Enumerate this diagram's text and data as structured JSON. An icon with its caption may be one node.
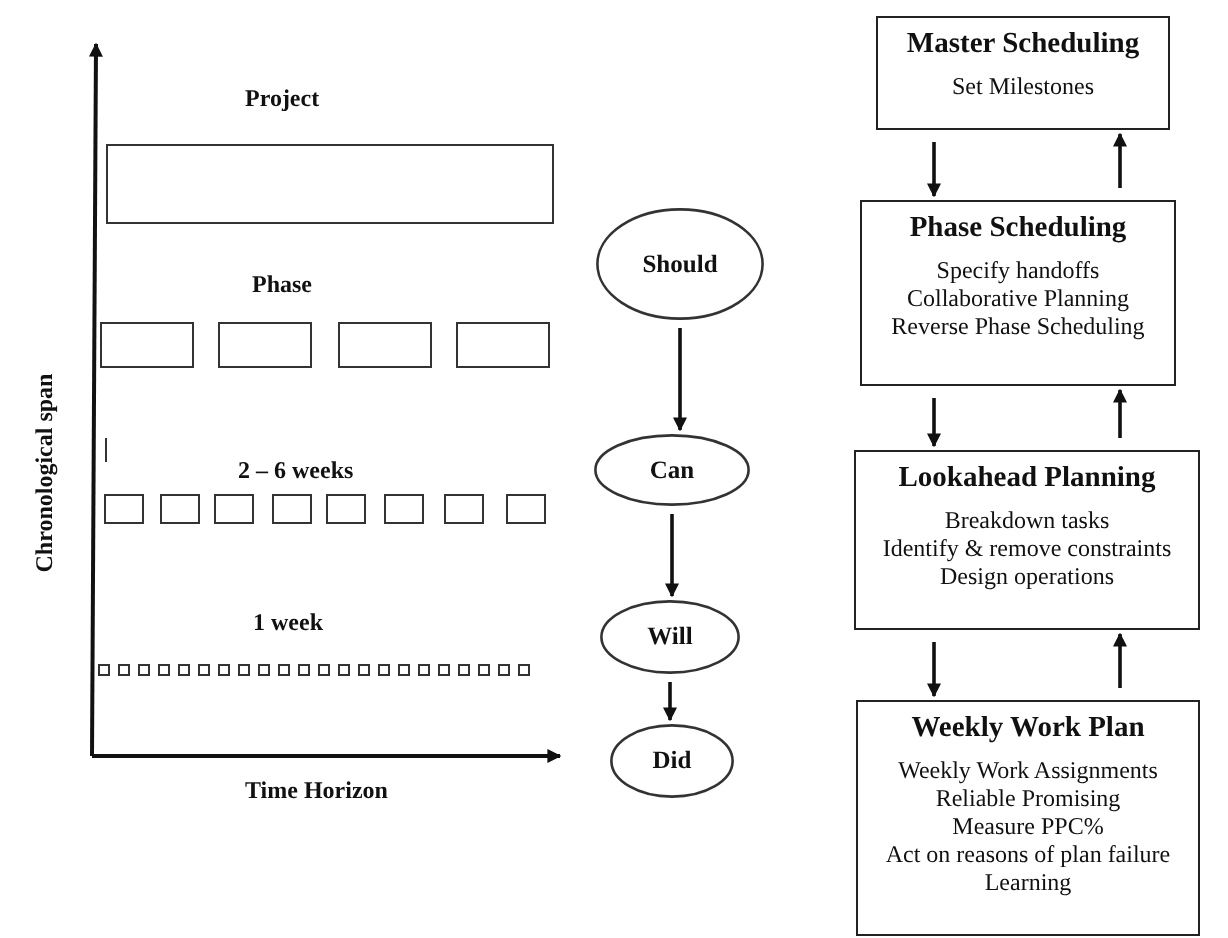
{
  "diagram": {
    "nodes": [
      {
        "text": [],
        "shape": "box"
      },
      {
        "text": [],
        "shape": "box"
      },
      {
        "text": [],
        "shape": "box"
      },
      {
        "text": [],
        "shape": "box"
      },
      {
        "text": [],
        "shape": "box"
      },
      {
        "text": [],
        "shape": "box"
      },
      {
        "text": [],
        "shape": "box"
      },
      {
        "text": [],
        "shape": "box"
      },
      {
        "text": [],
        "shape": "box"
      },
      {
        "text": [],
        "shape": "box"
      },
      {
        "text": [],
        "shape": "box"
      },
      {
        "text": [],
        "shape": "box"
      },
      {
        "text": [],
        "shape": "box"
      },
      {
        "text": [],
        "shape": "box"
      },
      {
        "text": [],
        "shape": "box"
      },
      {
        "text": [],
        "shape": "box"
      },
      {
        "text": [],
        "shape": "box"
      },
      {
        "text": [],
        "shape": "box"
      },
      {
        "text": [],
        "shape": "box"
      },
      {
        "text": [],
        "shape": "box"
      },
      {
        "text": [],
        "shape": "box"
      },
      {
        "text": [],
        "shape": "box"
      },
      {
        "text": [],
        "shape": "box"
      },
      {
        "text": [],
        "shape": "box"
      },
      {
        "text": [],
        "shape": "box"
      },
      {
        "text": [],
        "shape": "box"
      },
      {
        "text": [],
        "shape": "box"
      },
      {
        "text": [],
        "shape": "box"
      },
      {
        "text": [],
        "shape": "box"
      },
      {
        "text": [],
        "shape": "box"
      },
      {
        "text": [],
        "shape": "box"
      },
      {
        "text": [],
        "shape": "box"
      },
      {
        "text": [],
        "shape": "box"
      },
      {
        "text": [],
        "shape": "box"
      },
      {
        "text": [],
        "shape": "box"
      },
      {
        "text": [
          "Should"
        ]
      },
      {
        "text": [
          "Can"
        ]
      },
      {
        "text": [
          "Will"
        ]
      },
      {
        "text": [
          "Did"
        ]
      },
      {
        "text": [
          "Master Scheduling",
          "Set Milestones"
        ]
      },
      {
        "text": [
          "Phase Scheduling",
          "Specify handoffs",
          "Collaborative Planning",
          "Reverse Phase Scheduling"
        ]
      },
      {
        "text": [
          "Lookahead Planning",
          "Breakdown tasks",
          "Identify & remove constraints",
          "Design operations"
        ]
      },
      {
        "text": [
          "Weekly Work Plan",
          "Weekly Work Assignments",
          "Reliable Promising",
          "Measure PPC%",
          "Act on reasons of plan failure",
          "Learning"
        ]
      }
    ],
    "edges": [
      {
        "from": 35,
        "to": 36,
        "arrow": "to"
      },
      {
        "from": 36,
        "to": 37,
        "arrow": "to"
      },
      {
        "from": 37,
        "to": 38,
        "arrow": "to"
      },
      {
        "from": 39,
        "to": 40,
        "arrow": "to"
      },
      {
        "from": 40,
        "to": 39,
        "arrow": "to"
      },
      {
        "from": 40,
        "to": 41,
        "arrow": "to"
      },
      {
        "from": 41,
        "to": 40,
        "arrow": "to"
      },
      {
        "from": 41,
        "to": 42,
        "arrow": "to"
      },
      {
        "from": 42,
        "to": 41,
        "arrow": "to"
      }
    ],
    "labels": [
      "Project",
      "Phase",
      "2 – 6 weeks",
      "1 week",
      "Chronological span",
      "Time Horizon"
    ]
  }
}
